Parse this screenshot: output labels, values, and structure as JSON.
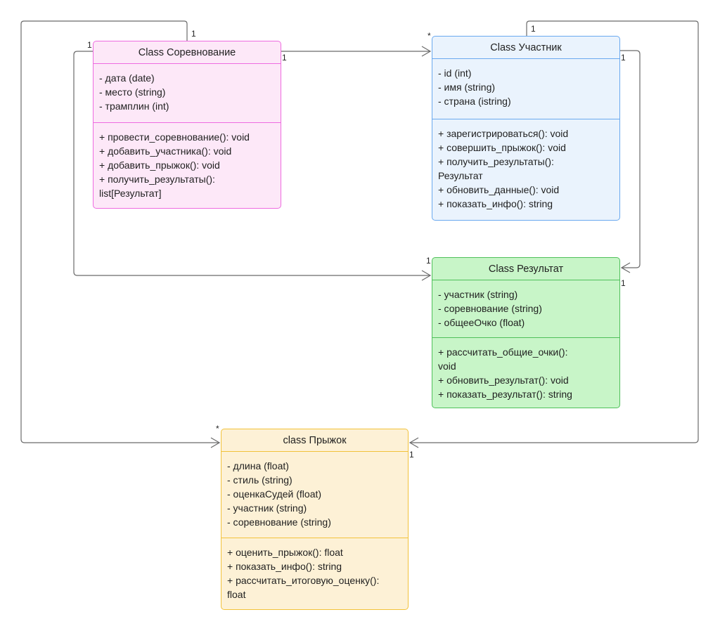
{
  "classes": {
    "competition": {
      "title": "Class Соревнование",
      "attributes": [
        "- дата (date)",
        "- место (string)",
        "- трамплин (int)"
      ],
      "methods": [
        "+ провести_соревнование(): void",
        "+ добавить_участника(): void",
        "+ добавить_прыжок(): void",
        "+ получить_результаты():",
        "list[Результат]"
      ],
      "color": "#ee6be0"
    },
    "participant": {
      "title": "Class Участник",
      "attributes": [
        "- id (int)",
        "- имя (string)",
        "- страна (istring)"
      ],
      "methods": [
        "+ зарегистрироваться(): void",
        "+ совершить_прыжок(): void",
        "+ получить_результаты():",
        "Результат",
        "+ обновить_данные(): void",
        "+ показать_инфо(): string"
      ],
      "color": "#6aa9ef"
    },
    "result": {
      "title": "Class Результат",
      "attributes": [
        "- участник (string)",
        "- соревнование (string)",
        "- общееОчко (float)"
      ],
      "methods": [
        "+ рассчитать_общие_очки():",
        "void",
        "+ обновить_результат(): void",
        "+ показать_результат(): string"
      ],
      "color": "#4fc05a"
    },
    "jump": {
      "title": "class Прыжок",
      "attributes": [
        "- длина (float)",
        "- стиль (string)",
        "- оценкаСудей (float)",
        "- участник (string)",
        "- соревнование (string)"
      ],
      "methods": [
        "+ оценить_прыжок(): float",
        "+ показать_инфо(): string",
        "+ рассчитать_итоговую_оценку():",
        "float"
      ],
      "color": "#f2c23a"
    }
  },
  "multiplicities": {
    "competition_top": "1",
    "competition_left": "1",
    "competition_right": "1",
    "participant_left_star": "*",
    "participant_top": "1",
    "participant_right": "1",
    "result_left": "1",
    "result_right": "1",
    "jump_star": "*",
    "jump_right": "1"
  }
}
